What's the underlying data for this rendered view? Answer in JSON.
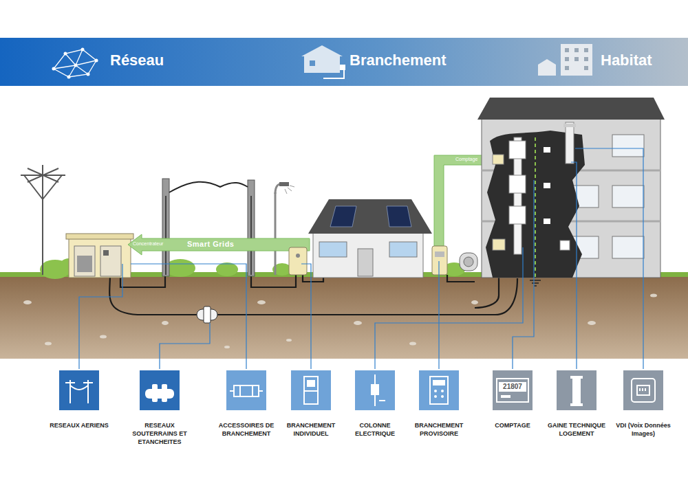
{
  "diagram": {
    "nodes": [
      {
        "text": [
          "RESEAUX AERIENS"
        ]
      },
      {
        "text": [
          "RESEAUX SOUTERRAINS ET ETANCHEITES"
        ]
      },
      {
        "text": [
          "ACCESSOIRES DE BRANCHEMENT"
        ]
      },
      {
        "text": [
          "BRANCHEMENT INDIVIDUEL"
        ]
      },
      {
        "text": [
          "COLONNE ELECTRIQUE"
        ]
      },
      {
        "text": [
          "BRANCHEMENT PROVISOIRE"
        ]
      },
      {
        "text": [
          "21807",
          "COMPTAGE"
        ]
      },
      {
        "text": [
          "GAINE TECHNIQUE LOGEMENT"
        ]
      },
      {
        "text": [
          "VDI (Voix Données Images)"
        ]
      }
    ],
    "labels": [
      "Réseau",
      "Branchement",
      "Habitat",
      "Concentrateur",
      "Smart Grids",
      "Comptage"
    ]
  }
}
